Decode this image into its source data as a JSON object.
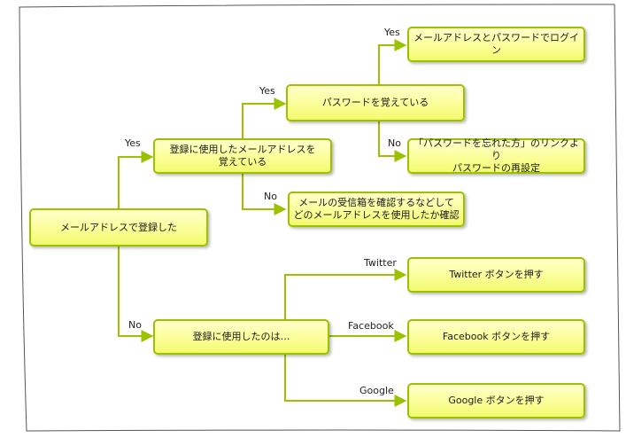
{
  "nodes": {
    "registered": "メールアドレスで登録した",
    "remember_email": "登録に使用したメールアドレスを\n覚えている",
    "used_for_registration": "登録に使用したのは…",
    "remember_password": "パスワードを覚えている",
    "check_inbox": "メールの受信箱を確認するなどして\nどのメールアドレスを使用したか確認",
    "login": "メールアドレスとパスワードでログイン",
    "reset_password": "「パスワードを忘れた方」のリンクより\nパスワードの再設定",
    "twitter_button": "Twitter ボタンを押す",
    "facebook_button": "Facebook ボタンを押す",
    "google_button": "Google ボタンを押す"
  },
  "labels": {
    "yes_1": "Yes",
    "no_1": "No",
    "yes_2": "Yes",
    "no_2": "No",
    "yes_3": "Yes",
    "no_3": "No",
    "twitter": "Twitter",
    "facebook": "Facebook",
    "google": "Google"
  },
  "colors": {
    "line": "#9bc200",
    "node_border": "#9bc200",
    "node_fill": "#fbff98"
  }
}
